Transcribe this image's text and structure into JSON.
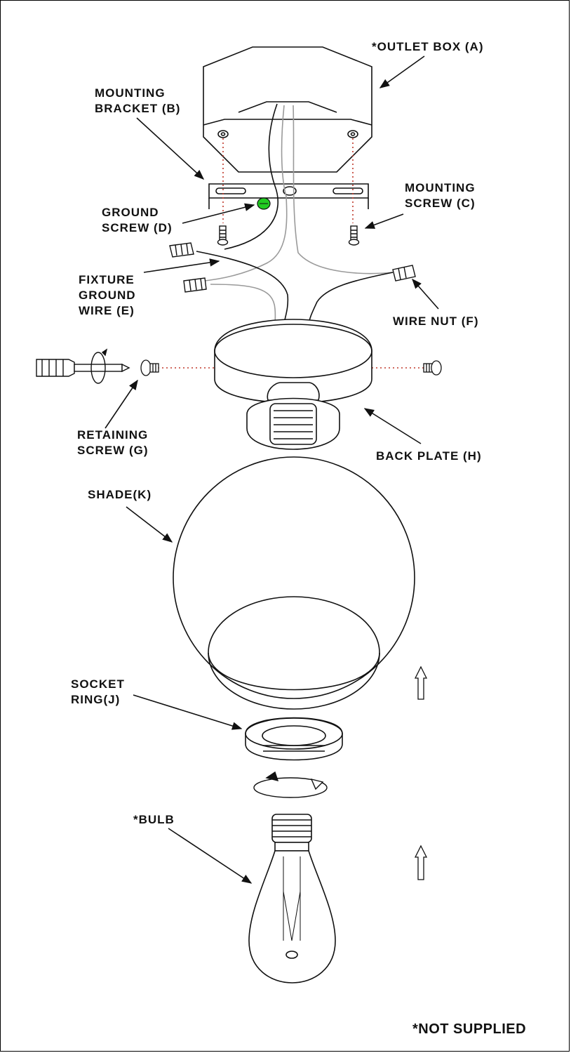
{
  "labels": {
    "outlet_box": "*OUTLET BOX (A)",
    "mounting_bracket_1": "MOUNTING",
    "mounting_bracket_2": "BRACKET (B)",
    "mounting_screw_1": "MOUNTING",
    "mounting_screw_2": "SCREW (C)",
    "ground_screw_1": "GROUND",
    "ground_screw_2": "SCREW (D)",
    "fixture_ground_1": "FIXTURE",
    "fixture_ground_2": "GROUND",
    "fixture_ground_3": "WIRE (E)",
    "wire_nut": "WIRE NUT (F)",
    "retaining_screw_1": "RETAINING",
    "retaining_screw_2": "SCREW (G)",
    "back_plate": "BACK PLATE (H)",
    "shade": "SHADE(K)",
    "socket_ring_1": "SOCKET",
    "socket_ring_2": "RING(J)",
    "bulb": "*BULB"
  },
  "note": "*NOT SUPPLIED",
  "colors": {
    "line": "#111111",
    "ground_screw": "#22cc22",
    "guide_dots": "#c0392b",
    "wire_gray": "#9a9a9a"
  },
  "icons": [
    "screwdriver-icon",
    "rotate-arrow-icon",
    "up-arrow-icon"
  ]
}
